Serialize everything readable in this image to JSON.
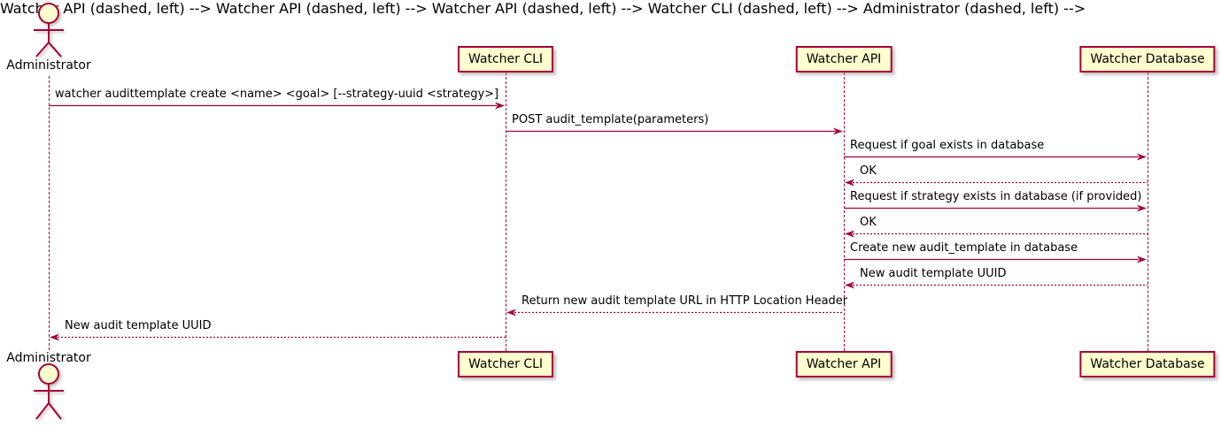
{
  "diagram": {
    "type": "uml-sequence-diagram",
    "actor": {
      "name": "Administrator"
    },
    "participants": [
      {
        "label": "Watcher CLI"
      },
      {
        "label": "Watcher API"
      },
      {
        "label": "Watcher Database"
      }
    ],
    "messages": [
      {
        "from": "Administrator",
        "to": "Watcher CLI",
        "label": "watcher audittemplate create <name> <goal> [--strategy-uuid <strategy>]",
        "line": "solid"
      },
      {
        "from": "Watcher CLI",
        "to": "Watcher API",
        "label": "POST audit_template(parameters)",
        "line": "solid"
      },
      {
        "from": "Watcher API",
        "to": "Watcher Database",
        "label": "Request if goal exists in database",
        "line": "solid"
      },
      {
        "from": "Watcher Database",
        "to": "Watcher API",
        "label": "OK",
        "line": "dashed"
      },
      {
        "from": "Watcher API",
        "to": "Watcher Database",
        "label": "Request if strategy exists in database (if provided)",
        "line": "solid"
      },
      {
        "from": "Watcher Database",
        "to": "Watcher API",
        "label": "OK",
        "line": "dashed"
      },
      {
        "from": "Watcher API",
        "to": "Watcher Database",
        "label": "Create new audit_template in database",
        "line": "solid"
      },
      {
        "from": "Watcher Database",
        "to": "Watcher API",
        "label": "New audit template UUID",
        "line": "dashed"
      },
      {
        "from": "Watcher API",
        "to": "Watcher CLI",
        "label": "Return new audit template URL in HTTP Location Header",
        "line": "dashed"
      },
      {
        "from": "Watcher CLI",
        "to": "Administrator",
        "label": "New audit template UUID",
        "line": "dashed"
      }
    ],
    "colors": {
      "participant_fill": "#FEFECE",
      "participant_border": "#A80036",
      "arrow": "#A80036",
      "lifeline": "#A80036",
      "text": "#000000",
      "background": "#FFFFFF"
    }
  }
}
